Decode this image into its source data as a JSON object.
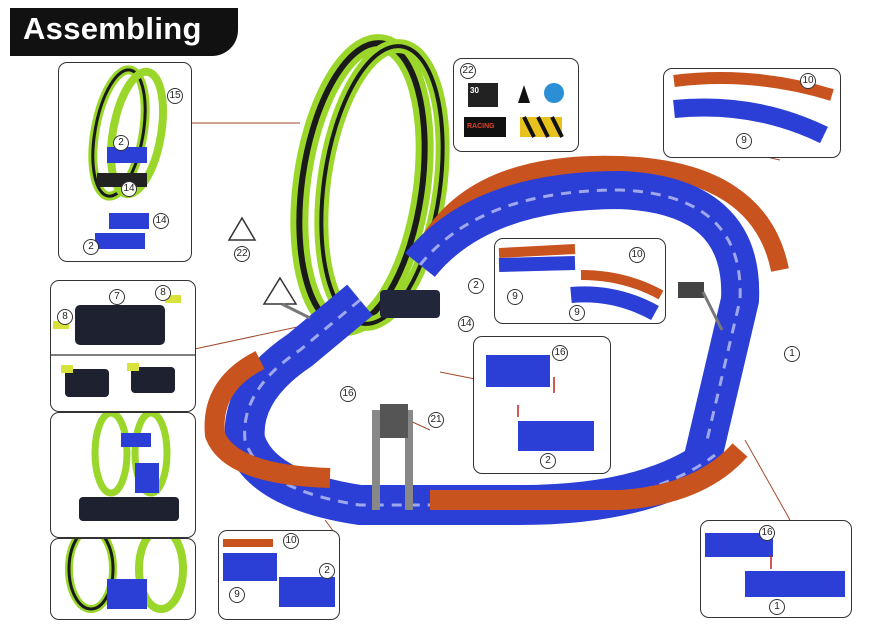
{
  "title": "Assembling",
  "panels": {
    "loop_detail": {
      "labels": [
        "15",
        "2",
        "14",
        "14",
        "2"
      ]
    },
    "accessories": {
      "labels": [
        "22"
      ],
      "sign_text": [
        "30",
        "RACING"
      ]
    },
    "curve_detail_top_right": {
      "labels": [
        "10",
        "9"
      ]
    },
    "curve_detail_mid": {
      "labels": [
        "10",
        "9",
        "9"
      ]
    },
    "car_detail": {
      "labels": [
        "7",
        "8",
        "8"
      ]
    },
    "straight_detail_mid": {
      "labels": [
        "16",
        "2"
      ]
    },
    "curve_detail_bottom": {
      "labels": [
        "10",
        "9",
        "2"
      ]
    },
    "straight_detail_bottom_right": {
      "labels": [
        "16",
        "1"
      ]
    }
  },
  "main_labels": [
    "22",
    "2",
    "14",
    "1",
    "16",
    "21"
  ],
  "colors": {
    "track_blue": "#2b3fd6",
    "rail_orange": "#c8531f",
    "loop_green": "#9bd62a",
    "loop_black": "#1a1a1a",
    "frame": "#333333"
  }
}
